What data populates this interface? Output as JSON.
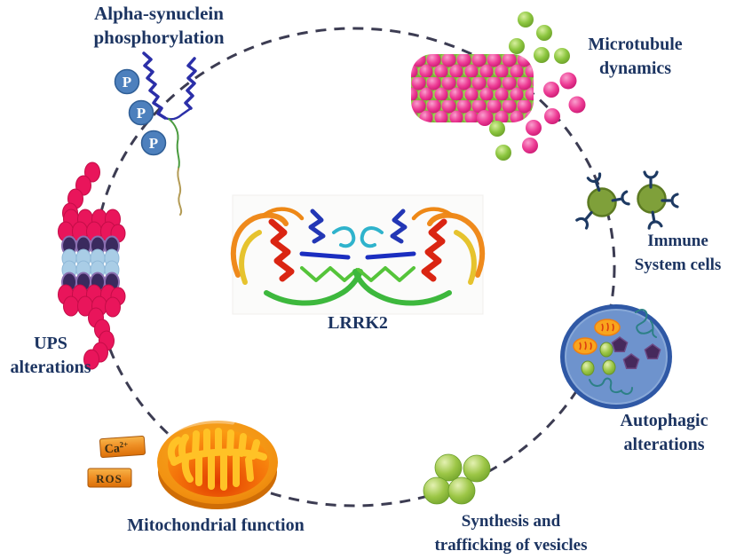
{
  "diagram": {
    "title_center": "LRRK2",
    "labels": {
      "alpha": {
        "line1": "Alpha-synuclein",
        "line2": "phosphorylation"
      },
      "microtubule": {
        "line1": "Microtubule",
        "line2": "dynamics"
      },
      "immune": {
        "line1": "Immune",
        "line2": "System cells"
      },
      "autophagic": {
        "line1": "Autophagic",
        "line2": "alterations"
      },
      "vesicles": {
        "line1": "Synthesis and",
        "line2": "trafficking of vesicles"
      },
      "mitochondrial": {
        "line1": "Mitochondrial function"
      },
      "ups": {
        "line1": "UPS",
        "line2": "alterations"
      }
    },
    "badges": {
      "calcium": "Ca",
      "calcium_sup": "2+",
      "ros": "ROS"
    },
    "phosphate_label": "P",
    "colors": {
      "label_text": "#1c3461",
      "dashed_line": "#3c3c52",
      "microtubule_pink": "#ee3d96",
      "microtubule_green": "#8cc63f",
      "proteasome_crimson": "#e9155b",
      "proteasome_purple": "#3a2a5e",
      "proteasome_lightblue": "#a9cde6",
      "phosphate_blue": "#4d80bd",
      "immune_cell_olive": "#7fa03a",
      "receptor_navy": "#1e3a63",
      "autophagosome_blue": "#6e93cd",
      "mitochondria_orange": "#f29111",
      "cristae_gold": "#ffc226",
      "vesicle_green": "#9cc646"
    }
  }
}
